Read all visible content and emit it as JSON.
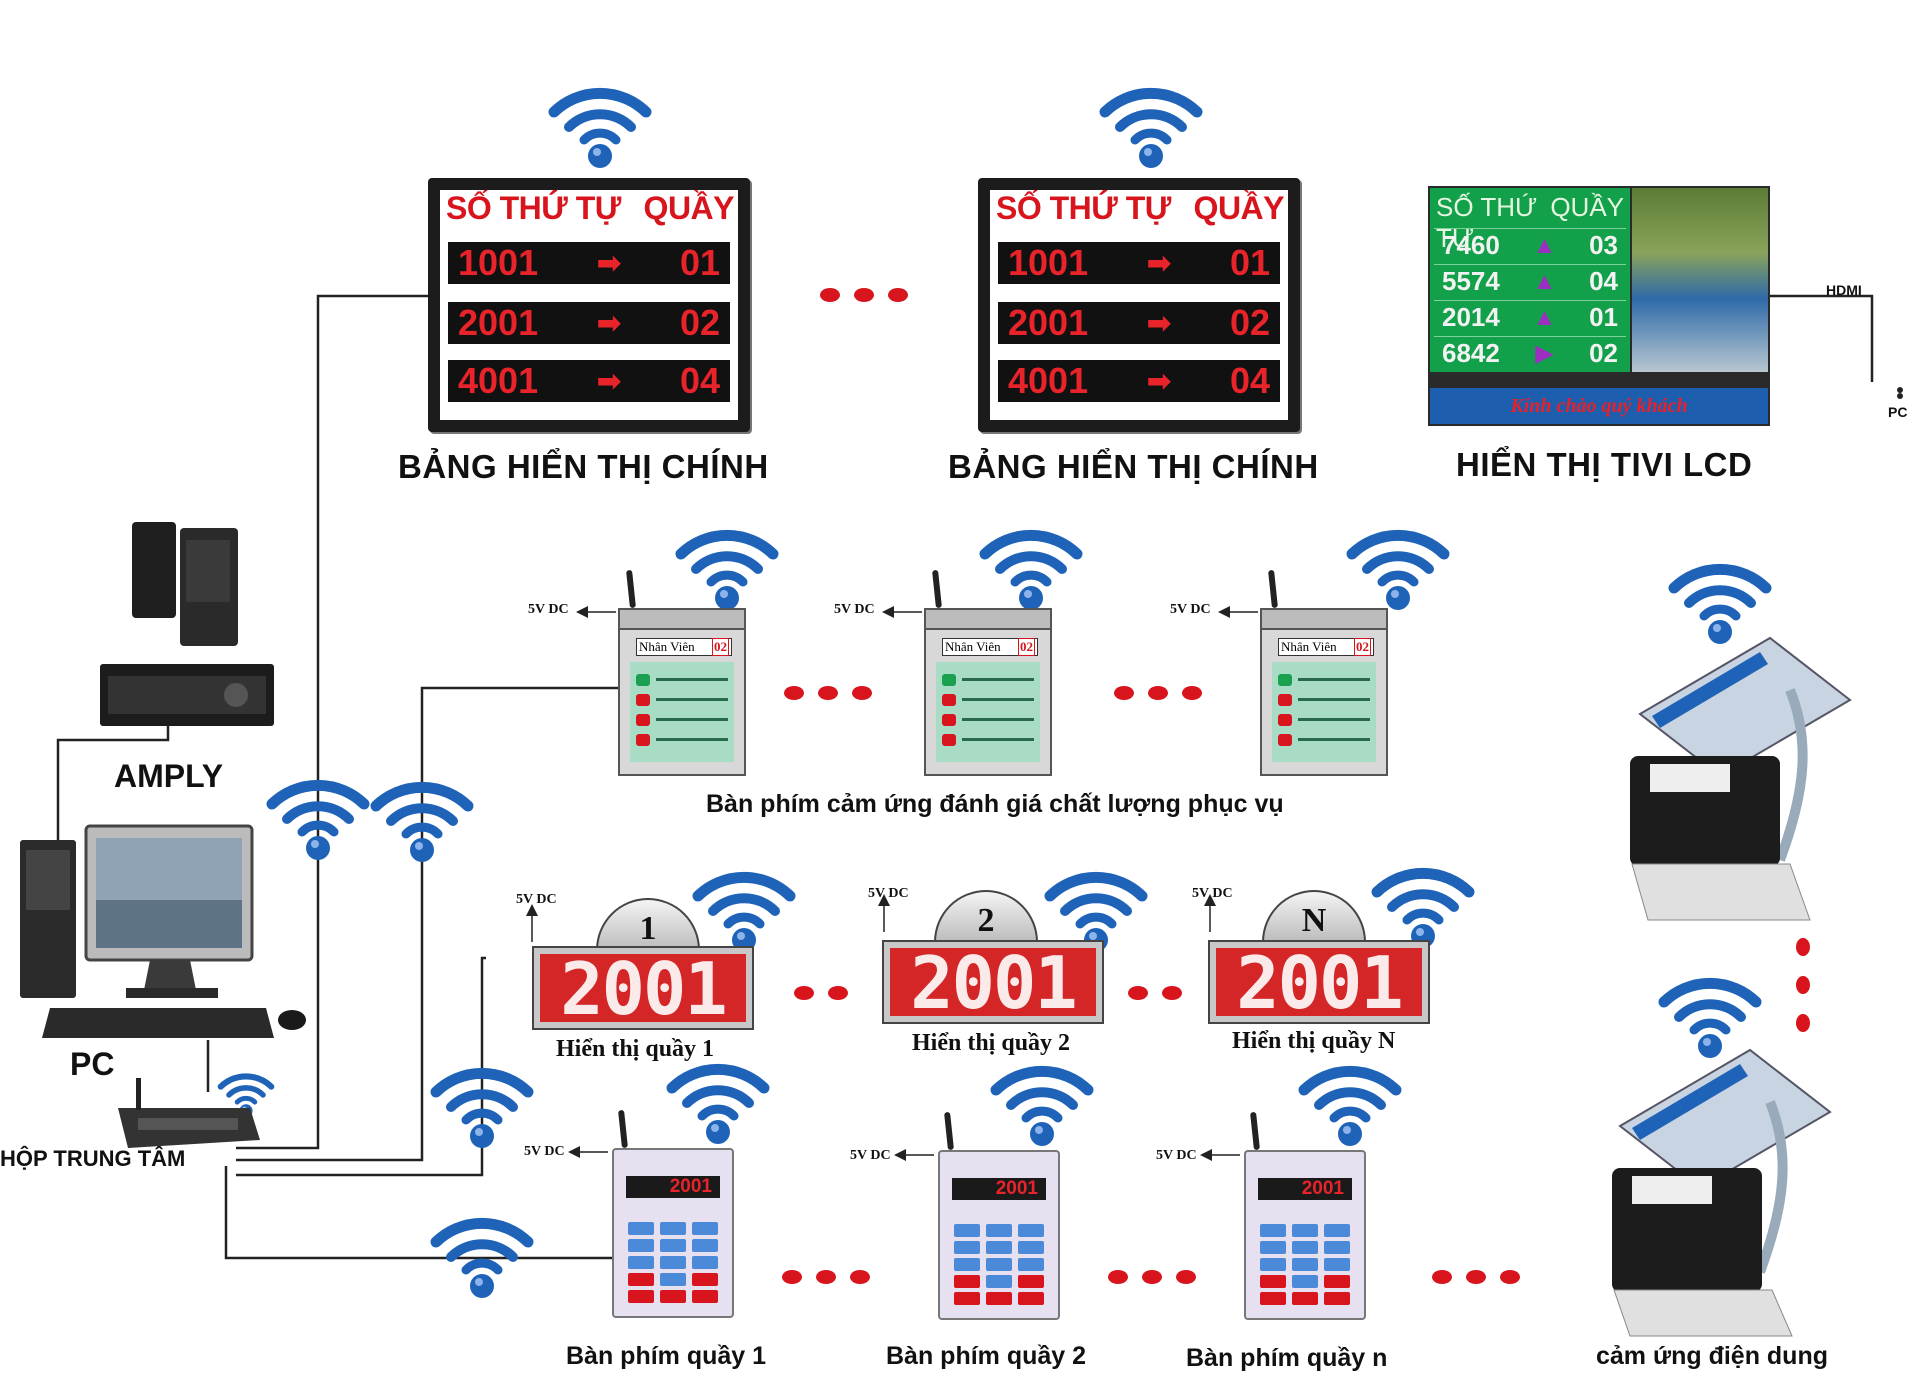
{
  "colors": {
    "accent_red": "#d8141c",
    "wifi_blue": "#1f63b9",
    "tv_green": "#12a04a",
    "tv_blue": "#1d5fae"
  },
  "main_boards": [
    {
      "header_left": "SỐ THỨ TỰ",
      "header_right": "QUẦY",
      "rows": [
        {
          "number": "1001",
          "counter": "01"
        },
        {
          "number": "2001",
          "counter": "02"
        },
        {
          "number": "4001",
          "counter": "04"
        }
      ],
      "label": "BẢNG HIỂN THỊ CHÍNH"
    },
    {
      "header_left": "SỐ THỨ TỰ",
      "header_right": "QUẦY",
      "rows": [
        {
          "number": "1001",
          "counter": "01"
        },
        {
          "number": "2001",
          "counter": "02"
        },
        {
          "number": "4001",
          "counter": "04"
        }
      ],
      "label": "BẢNG HIỂN THỊ CHÍNH"
    }
  ],
  "lcd_tv": {
    "header_left": "SỐ THỨ TỰ",
    "header_right": "QUẦY",
    "rows": [
      {
        "number": "7460",
        "counter": "03",
        "symbol": "▲"
      },
      {
        "number": "5574",
        "counter": "04",
        "symbol": "▲"
      },
      {
        "number": "2014",
        "counter": "01",
        "symbol": "▲"
      },
      {
        "number": "6842",
        "counter": "02",
        "symbol": "▶"
      }
    ],
    "ticker": "Kính chào quý khách",
    "label": "HIỂN THỊ TIVI LCD",
    "hdmi_label": "HDMI",
    "pc_label": "PC"
  },
  "eval_pads": {
    "staff_label": "Nhân Viên",
    "staff_number": "02",
    "power_label": "5V DC",
    "caption": "Bàn phím cảm ứng đánh giá chất lượng phục vụ"
  },
  "counter_displays": [
    {
      "dome": "1",
      "number": "2001",
      "power_label": "5V DC",
      "label": "Hiển thị quầy 1"
    },
    {
      "dome": "2",
      "number": "2001",
      "power_label": "5V DC",
      "label": "Hiển thị quầy 2"
    },
    {
      "dome": "N",
      "number": "2001",
      "power_label": "5V DC",
      "label": "Hiển thị quầy N"
    }
  ],
  "call_pads": [
    {
      "number": "2001",
      "power_label": "5V DC",
      "label": "Bàn phím quầy 1"
    },
    {
      "number": "2001",
      "power_label": "5V DC",
      "label": "Bàn phím quầy 2"
    },
    {
      "number": "2001",
      "power_label": "5V DC",
      "label": "Bàn phím quầy n"
    }
  ],
  "ticket_printer": {
    "label": "cảm ứng điện dung"
  },
  "amply_label": "AMPLY",
  "pc_label": "PC",
  "hub_label": "HỘP TRUNG TÂM"
}
